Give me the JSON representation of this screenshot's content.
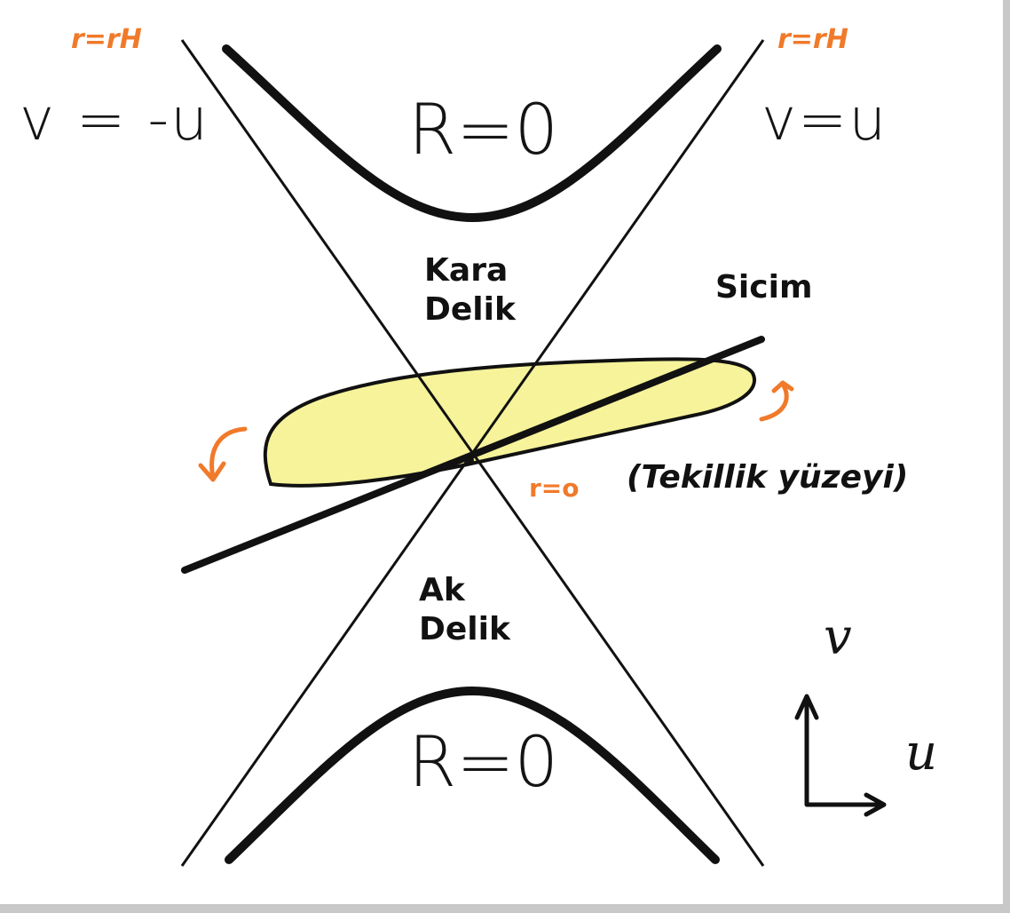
{
  "horizon_labels": {
    "left": "r=rH",
    "right": "r=rH"
  },
  "null_line_labels": {
    "left": "v = -u",
    "right": "v=u"
  },
  "singularity_labels": {
    "top": "R=0",
    "bottom": "R=0"
  },
  "regions": {
    "black_hole": {
      "line1": "Kara",
      "line2": "Delik"
    },
    "white_hole": {
      "line1": "Ak",
      "line2": "Delik"
    }
  },
  "string_label": "Sicim",
  "surface_label": "(Tekillik yüzeyi)",
  "origin_label": "r=o",
  "axes": {
    "vertical": "v",
    "horizontal": "u"
  },
  "colors": {
    "worldsheet_fill": "#f6f39a",
    "outline": "#111111",
    "annotation": "#f07a2a"
  }
}
